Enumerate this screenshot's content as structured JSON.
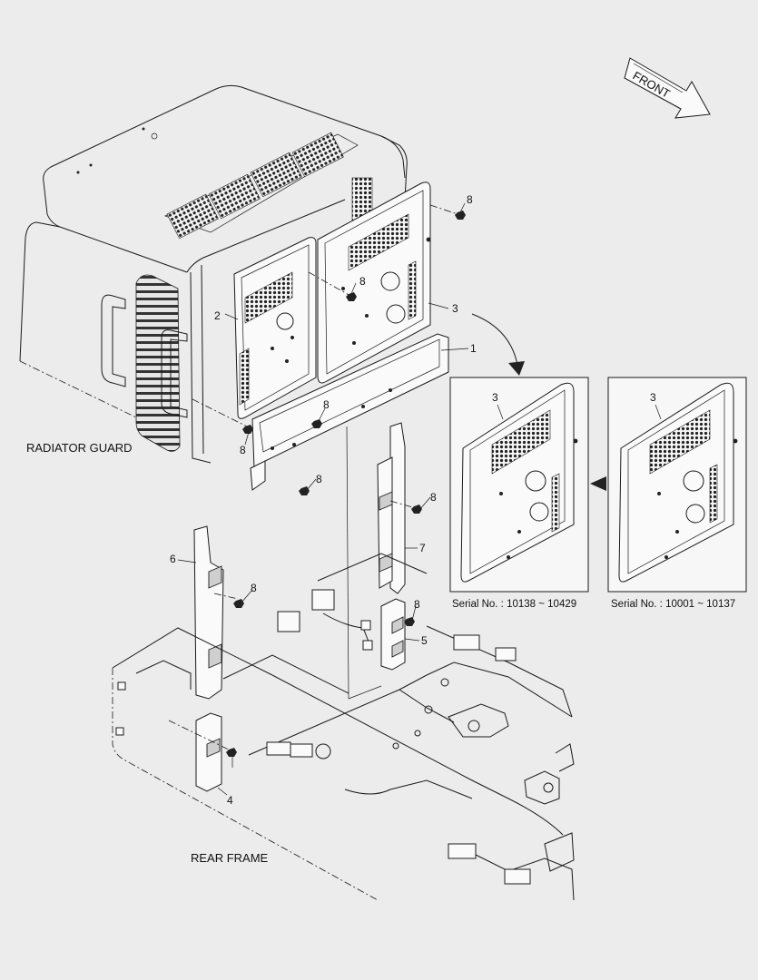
{
  "captions": {
    "radiator_guard": "RADIATOR GUARD",
    "rear_frame": "REAR FRAME",
    "front": "FRONT"
  },
  "callouts": {
    "p1": "1",
    "p2": "2",
    "p3": "3",
    "p4": "4",
    "p5": "5",
    "p6": "6",
    "p7": "7",
    "p8a": "8",
    "p8b": "8",
    "p8c": "8",
    "p8d": "8",
    "p8e": "8",
    "p8f": "8",
    "p8g": "8",
    "p8h": "8",
    "inset_left_part": "3",
    "inset_right_part": "3"
  },
  "insets": {
    "left_serial": "Serial No. : 10138 ~ 10429",
    "right_serial": "Serial No. : 10001 ~ 10137"
  }
}
